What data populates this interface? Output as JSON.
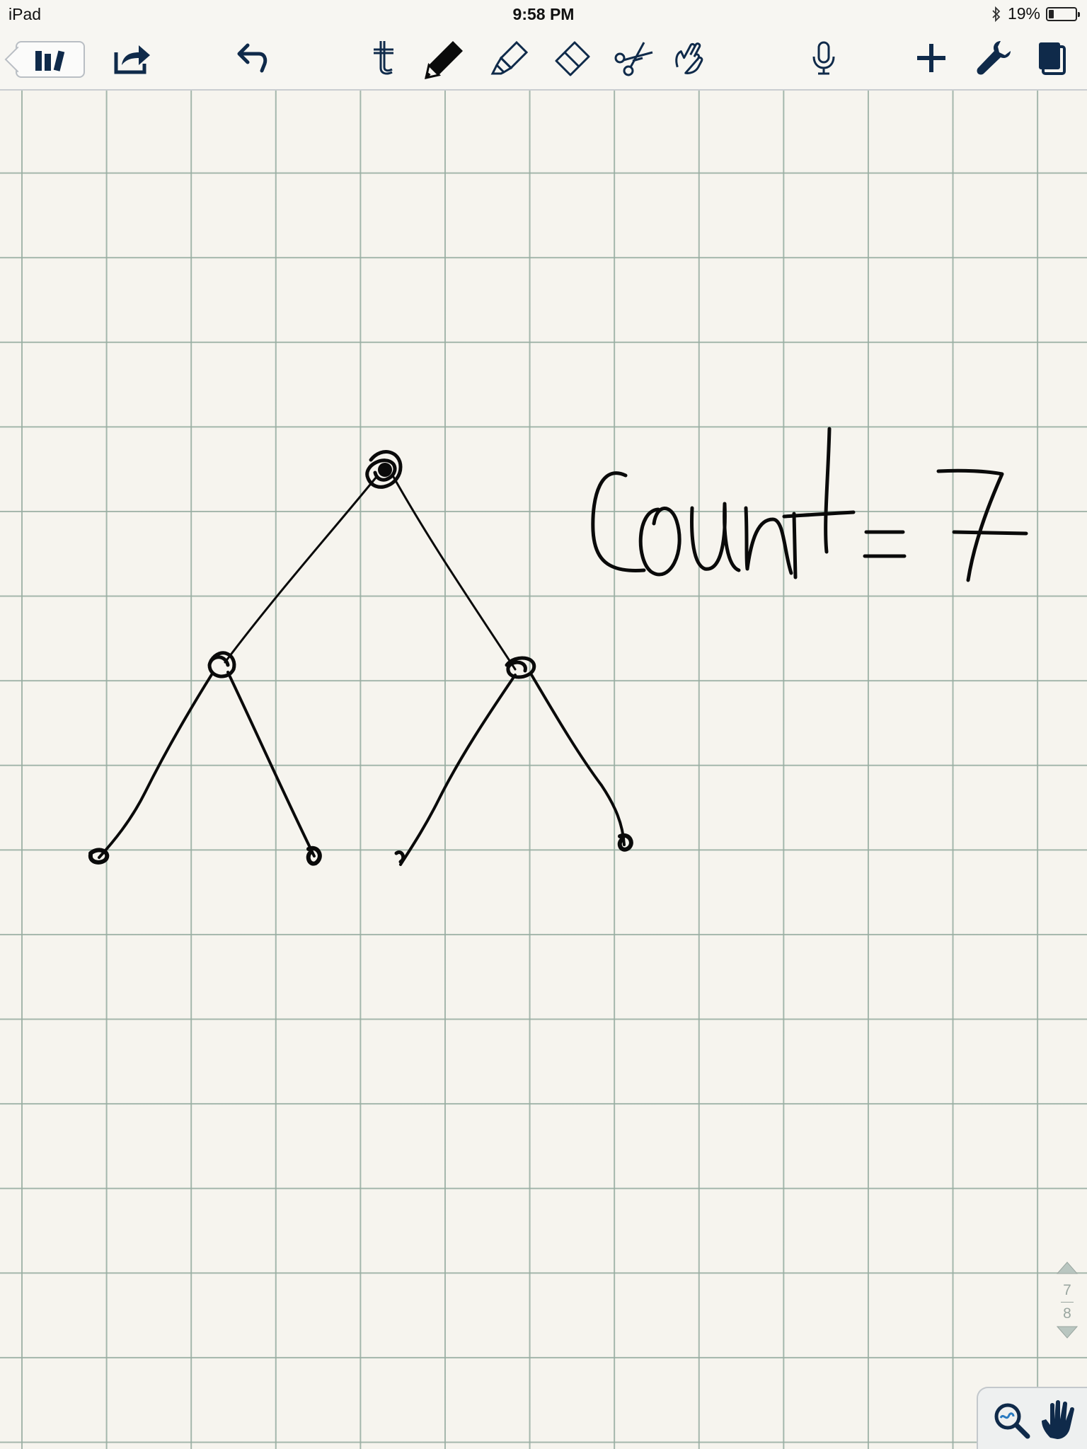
{
  "status_bar": {
    "device": "iPad",
    "time": "9:58 PM",
    "battery_percent": "19%",
    "battery_level": 0.19
  },
  "toolbar": {
    "items": [
      {
        "name": "library-icon"
      },
      {
        "name": "share-icon"
      },
      {
        "name": "undo-icon"
      },
      {
        "name": "text-tool-icon"
      },
      {
        "name": "pen-icon"
      },
      {
        "name": "highlighter-icon"
      },
      {
        "name": "eraser-icon"
      },
      {
        "name": "scissors-icon"
      },
      {
        "name": "hand-pointer-icon"
      },
      {
        "name": "microphone-icon"
      },
      {
        "name": "plus-icon"
      },
      {
        "name": "wrench-icon"
      },
      {
        "name": "pages-icon"
      }
    ],
    "active_tool": "pen",
    "icon_color": "#0f2a4a"
  },
  "note": {
    "handwritten_text": "count = 7"
  },
  "page_indicator": {
    "current": "7",
    "total": "8"
  },
  "zoom_panel": {
    "icons": [
      "zoom-icon",
      "hand-icon"
    ]
  },
  "colors": {
    "paper": "#f6f4ee",
    "grid": "#96aca0",
    "ink": "#0a0a0a",
    "toolbar_icon": "#0f2a4a"
  }
}
